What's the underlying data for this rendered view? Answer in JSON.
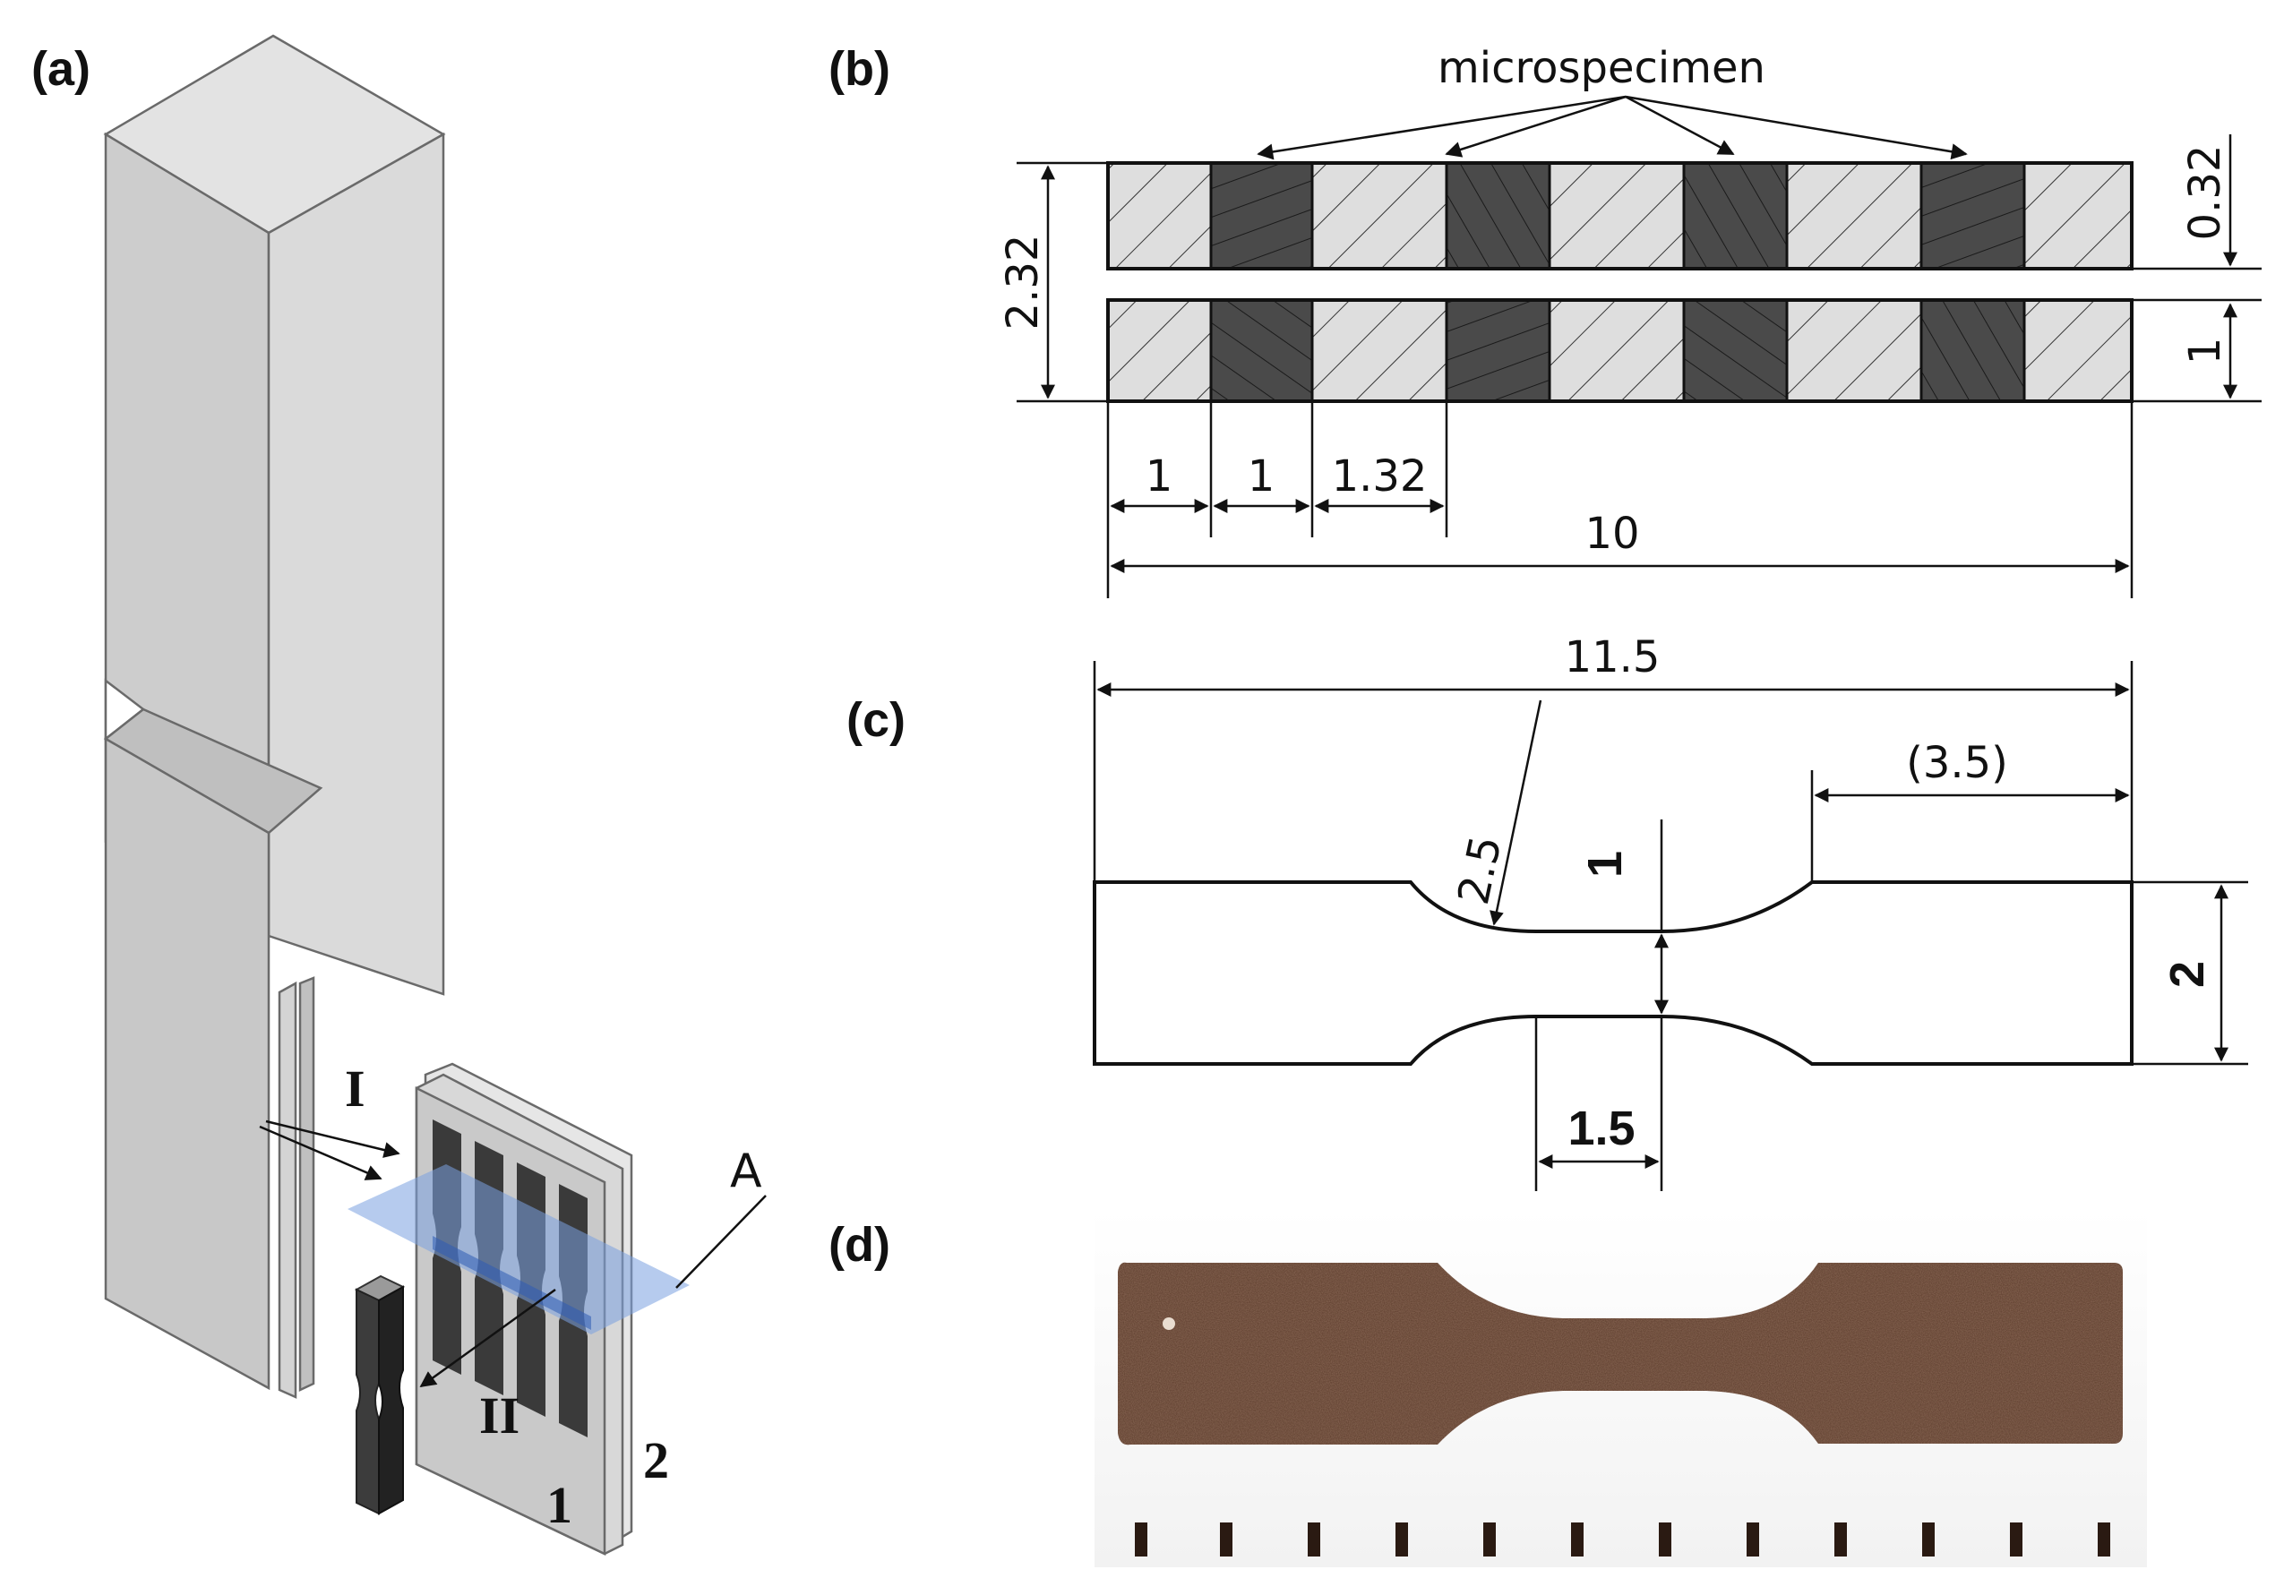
{
  "panels": {
    "a": {
      "letter": "(a)",
      "arrow_label_1": "I",
      "arrow_label_2": "II",
      "plane_label": "A",
      "plate_label_1": "1",
      "plate_label_2": "2"
    },
    "b": {
      "letter": "(b)",
      "callout": "microspecimen",
      "dim_height_total": "2.32",
      "dim_gap": "0.32",
      "dim_strip_height": "1",
      "dim_width_1": "1",
      "dim_width_2": "1",
      "dim_width_3": "1.32",
      "dim_length": "10"
    },
    "c": {
      "letter": "(c)",
      "dim_length": "11.5",
      "dim_grip": "(3.5)",
      "dim_radius": "2.5",
      "dim_gauge_width": "1",
      "dim_grip_width": "2",
      "dim_gauge_length": "1.5"
    },
    "d": {
      "letter": "(d)"
    }
  },
  "colors": {
    "body_face_front": "#c9c9c9",
    "body_face_side": "#dcdcdc",
    "body_face_top": "#e8e8e8",
    "hatched_light": "#dcdcdc",
    "hatched_dark": "#4a4a4a",
    "cut_plane": "#7aa0e0",
    "specimen_photo": "#5a3a2a"
  }
}
